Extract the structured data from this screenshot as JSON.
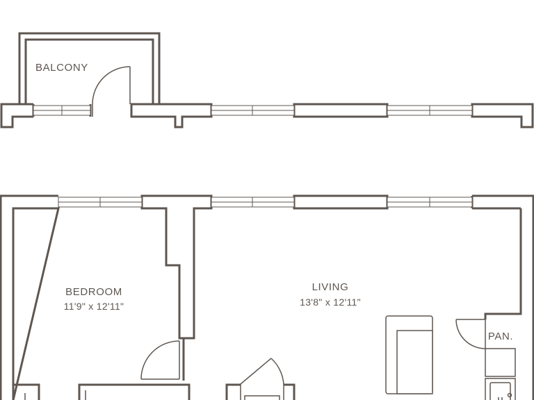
{
  "rooms": {
    "balcony": {
      "label": "BALCONY"
    },
    "bedroom": {
      "label": "BEDROOM",
      "size": "11'9\" x 12'11\""
    },
    "living": {
      "label": "LIVING",
      "size": "13'8\" x 12'11\""
    },
    "pantry": {
      "label": "PAN."
    }
  },
  "colors": {
    "line": "#5e5650",
    "background": "#ffffff"
  }
}
